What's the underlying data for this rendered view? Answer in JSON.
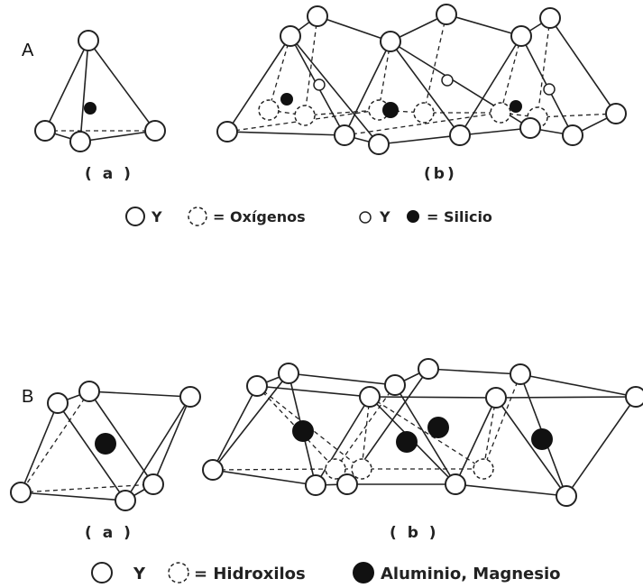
{
  "panel_A": {
    "letter": "A",
    "sub_a": "( a )",
    "sub_b": "(b)",
    "legend": {
      "y1": "Y",
      "oxygen": "= Oxígenos",
      "y2": "Y",
      "silicon": "= Silicio"
    }
  },
  "panel_B": {
    "letter": "B",
    "sub_a": "( a )",
    "sub_b": "( b )",
    "legend": {
      "y1": "Y",
      "hydroxyl": "= Hidroxilos",
      "metal": "Aluminio, Magnesio"
    }
  }
}
